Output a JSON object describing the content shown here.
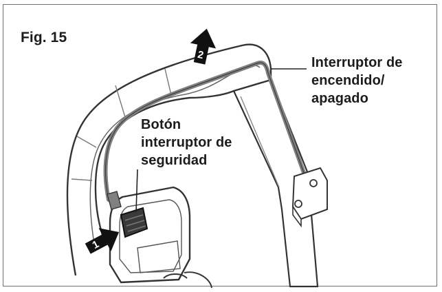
{
  "figure": {
    "title": "Fig. 15"
  },
  "labels": {
    "power_switch": [
      "Interruptor de",
      "encendido/",
      "apagado"
    ],
    "safety_button": [
      "Botón",
      "interruptor de",
      "seguridad"
    ]
  },
  "steps": [
    {
      "number": "1"
    },
    {
      "number": "2"
    }
  ],
  "colors": {
    "line": "#333333",
    "bar": "#808080",
    "handle_fill": "#ffffff",
    "arrow": "#111111"
  }
}
